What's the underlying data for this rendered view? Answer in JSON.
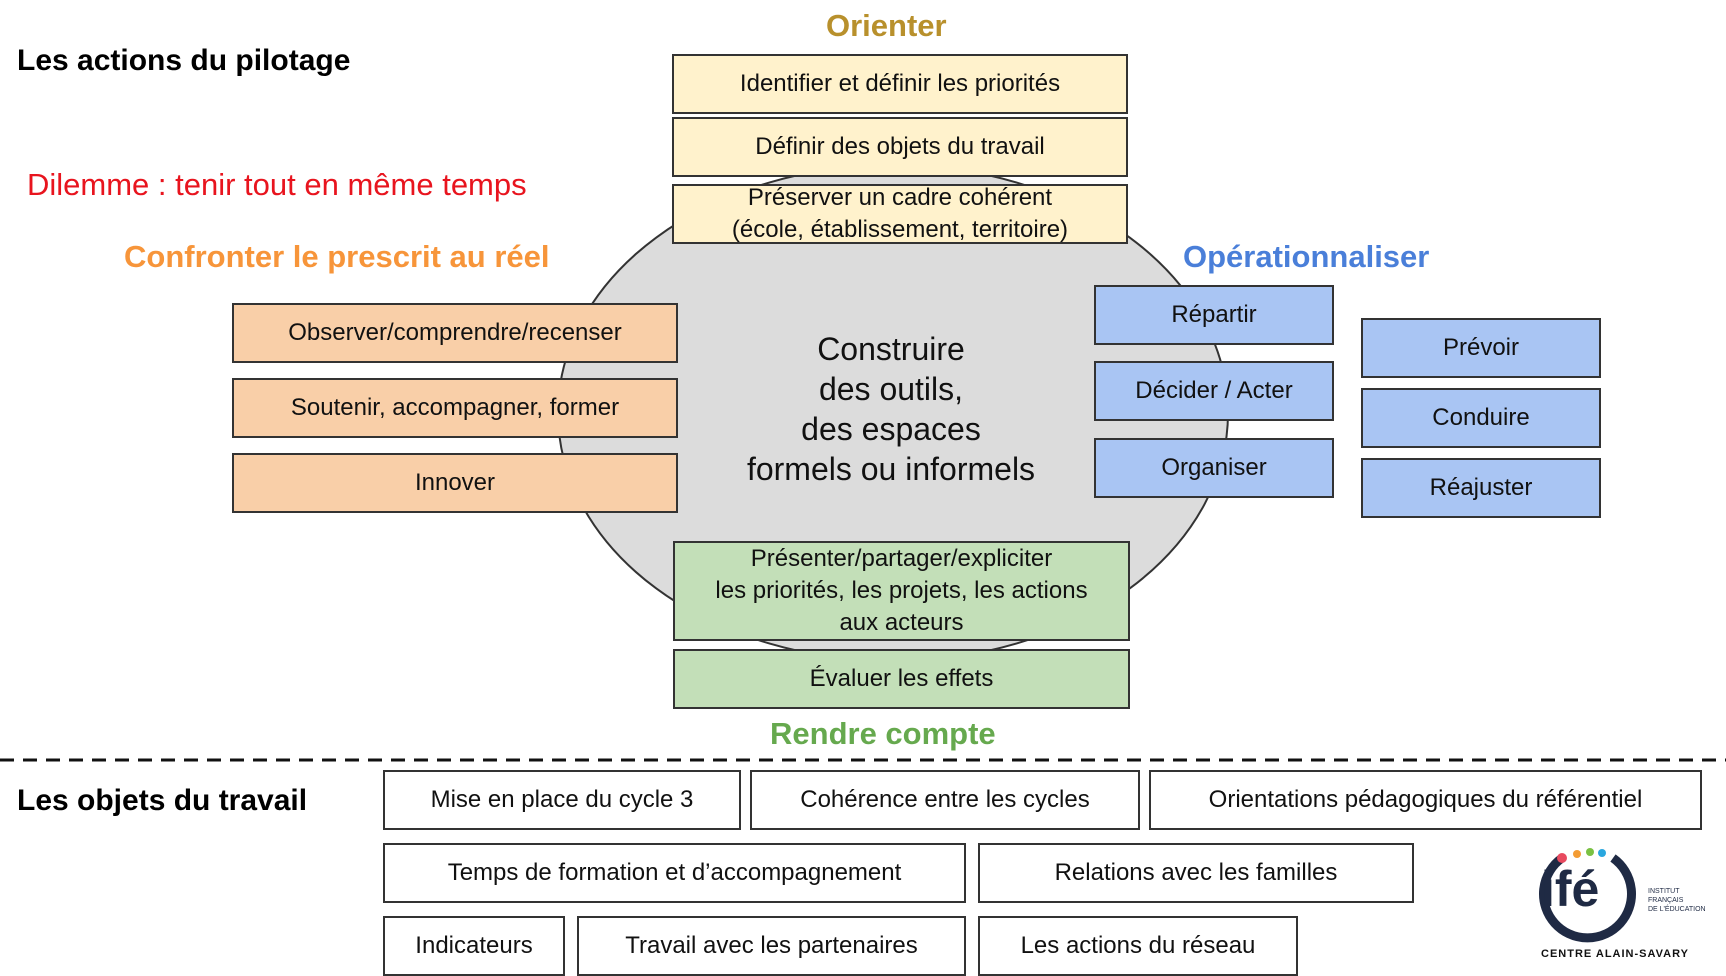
{
  "title": "Les actions du pilotage",
  "dilemma": "Dilemme : tenir tout en même temps",
  "center_text": "Construire\ndes outils,\ndes espaces\nformels ou informels",
  "colors": {
    "orienter": "#b8902c",
    "confronter": "#f7953a",
    "operationnaliser": "#4a7fd9",
    "rendre_compte": "#66a94e",
    "dilemma": "#e8141e"
  },
  "orienter": {
    "heading": "Orienter",
    "items": [
      "Identifier et définir les priorités",
      "Définir des objets du travail",
      "Préserver un cadre cohérent\n(école, établissement, territoire)"
    ]
  },
  "confronter": {
    "heading": "Confronter le prescrit au réel",
    "items": [
      "Observer/comprendre/recenser",
      "Soutenir, accompagner, former",
      "Innover"
    ]
  },
  "operationnaliser": {
    "heading": "Opérationnaliser",
    "left_items": [
      "Répartir",
      "Décider / Acter",
      "Organiser"
    ],
    "right_items": [
      "Prévoir",
      "Conduire",
      "Réajuster"
    ]
  },
  "rendre_compte": {
    "heading": "Rendre compte",
    "items": [
      "Présenter/partager/expliciter\nles priorités, les projets, les actions\naux acteurs",
      "Évaluer les effets"
    ]
  },
  "objets": {
    "heading": "Les objets du travail",
    "items": [
      "Mise en place du cycle 3",
      "Cohérence entre les cycles",
      "Orientations pédagogiques du référentiel",
      "Temps de formation et d’accompagnement",
      "Relations avec les familles",
      "Indicateurs",
      "Travail avec les partenaires",
      "Les actions du réseau"
    ]
  },
  "logo": {
    "text": "ifé",
    "side_text": "INSTITUT\nFRANÇAIS\nDE L'ÉDUCATION",
    "caption": "CENTRE ALAIN-SAVARY"
  }
}
